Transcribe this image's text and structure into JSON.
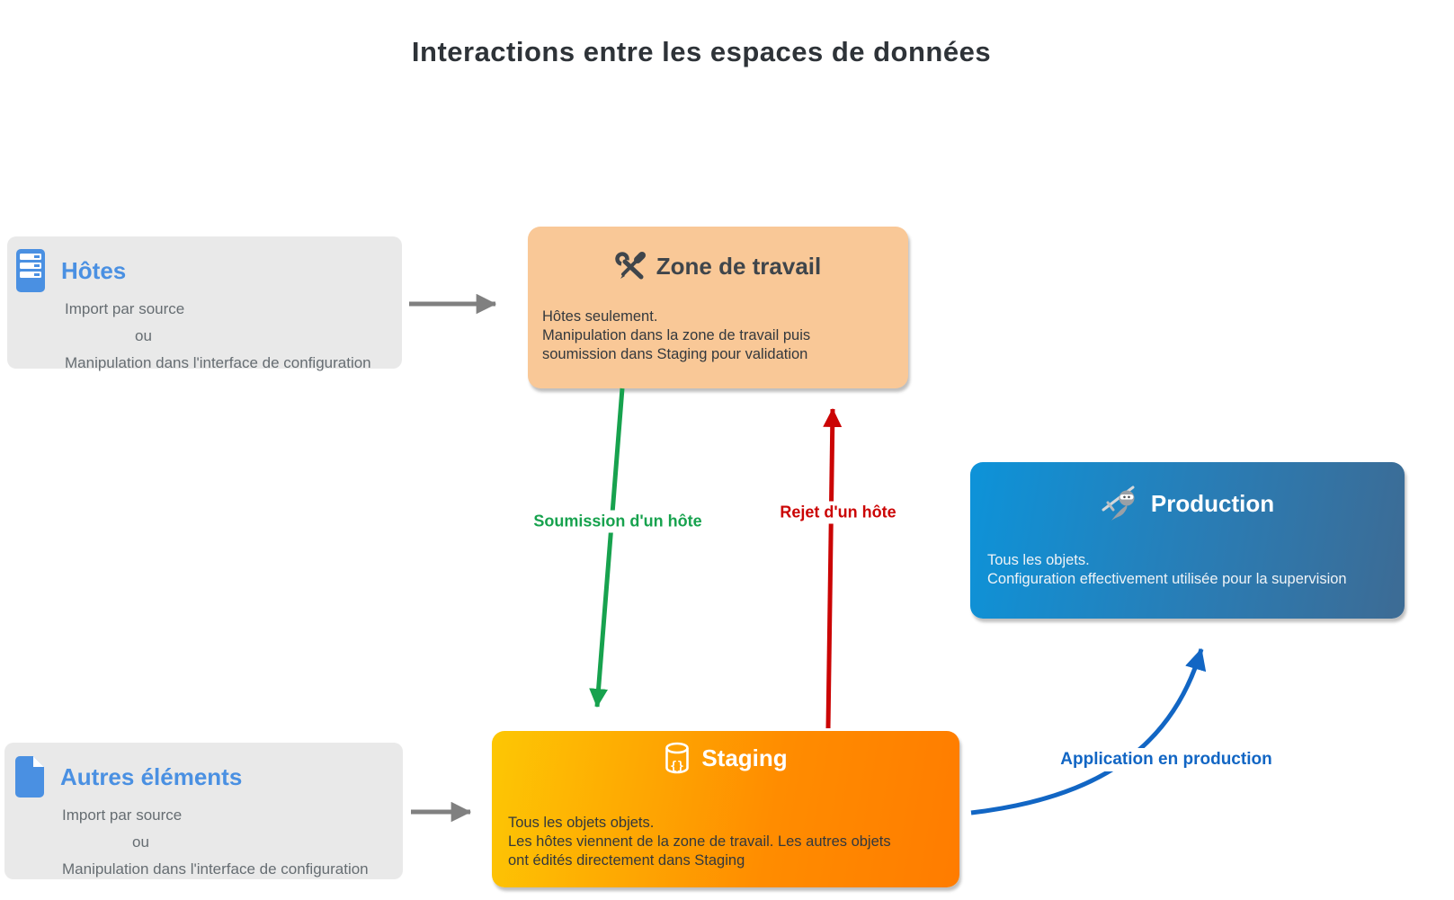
{
  "title": "Interactions entre les espaces de données",
  "boxes": {
    "hotes": {
      "title": "Hôtes",
      "icon": "server-icon",
      "lines": [
        "Import par source",
        "ou",
        "Manipulation dans l'interface de configuration"
      ]
    },
    "autres_elements": {
      "title": "Autres éléments",
      "icon": "document-icon",
      "lines": [
        "Import par source",
        "ou",
        "Manipulation dans l'interface de configuration"
      ]
    },
    "zone_de_travail": {
      "title": "Zone de travail",
      "icon": "tools-icon",
      "lines": [
        "Hôtes seulement.",
        "Manipulation dans la zone de travail puis",
        "soumission dans Staging pour validation"
      ]
    },
    "staging": {
      "title": "Staging",
      "icon": "database-icon",
      "lines": [
        "Tous les objets objets.",
        "Les hôtes viennent de la zone de travail. Les autres objets",
        "ont édités directement dans Staging"
      ]
    },
    "production": {
      "title": "Production",
      "icon": "ninja-icon",
      "lines": [
        "Tous les objets.",
        "Configuration effectivement utilisée pour la supervision"
      ]
    }
  },
  "arrows": {
    "hotes_to_zone": {
      "color": "#808080"
    },
    "autres_to_staging": {
      "color": "#808080"
    },
    "soumission": {
      "label": "Soumission d'un hôte",
      "color": "#17a24e"
    },
    "rejet": {
      "label": "Rejet d'un hôte",
      "color": "#cb0404"
    },
    "application": {
      "label": "Application en production",
      "color": "#1266c4"
    }
  },
  "colors": {
    "title_text": "#2e3338",
    "side_box_bg": "#e9e9e9",
    "side_title": "#4a90e2",
    "zone_bg": "#f9c897",
    "staging_gradient_start": "#fdc704",
    "staging_gradient_end": "#ff7c00",
    "production_gradient_start": "#0d93d9",
    "production_gradient_end": "#3d6b94"
  }
}
